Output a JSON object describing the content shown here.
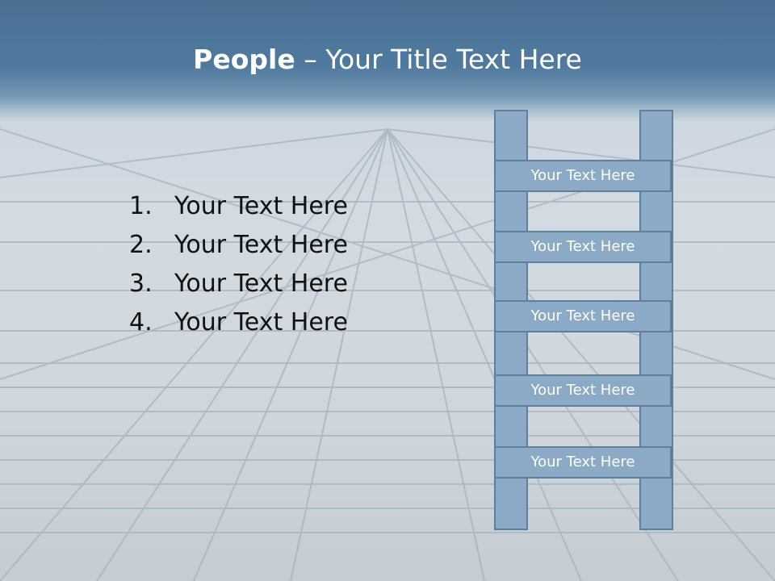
{
  "title": {
    "bold": "People",
    "rest": " – Your Title Text Here"
  },
  "list": [
    {
      "num": "1.",
      "text": "Your Text Here"
    },
    {
      "num": "2.",
      "text": "Your Text Here"
    },
    {
      "num": "3.",
      "text": "Your Text Here"
    },
    {
      "num": "4.",
      "text": "Your Text Here"
    }
  ],
  "ladder": [
    "Your Text Here",
    "Your Text Here",
    "Your Text Here",
    "Your Text Here",
    "Your Text Here"
  ],
  "colors": {
    "title_band": "#4f7a9f",
    "ladder_fill": "#8aaac6",
    "ladder_border": "#5f7f9c"
  }
}
